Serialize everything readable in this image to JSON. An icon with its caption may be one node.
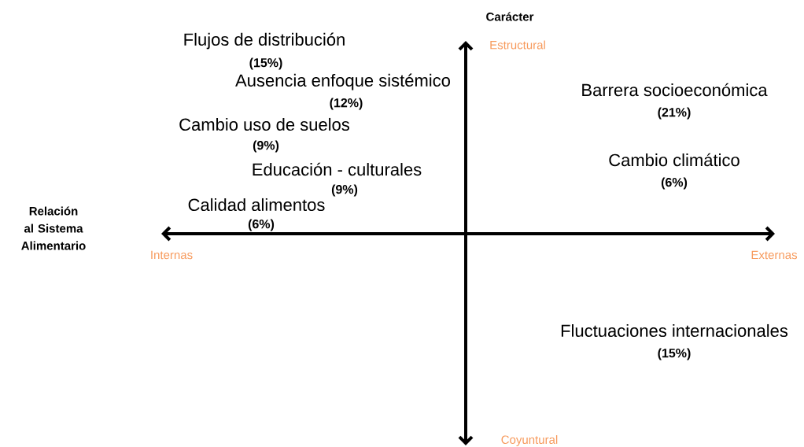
{
  "diagram": {
    "labels": [
      "Carácter",
      "Flujos de distribución",
      "Estructural",
      "(15%)",
      "Ausencia enfoque sistémico",
      "Barrera socioeconómica",
      "(12%)",
      "(21%)",
      "Cambio uso de suelos",
      "(9%)",
      "Cambio climático",
      "Educación - culturales",
      "(6%)",
      "Relación al Sistema Alimentario",
      "(9%)",
      "Calidad alimentos",
      "(6%)",
      "Internas",
      "Externas",
      "Fluctuaciones internacionales",
      "(15%)",
      "Coyuntural"
    ]
  }
}
